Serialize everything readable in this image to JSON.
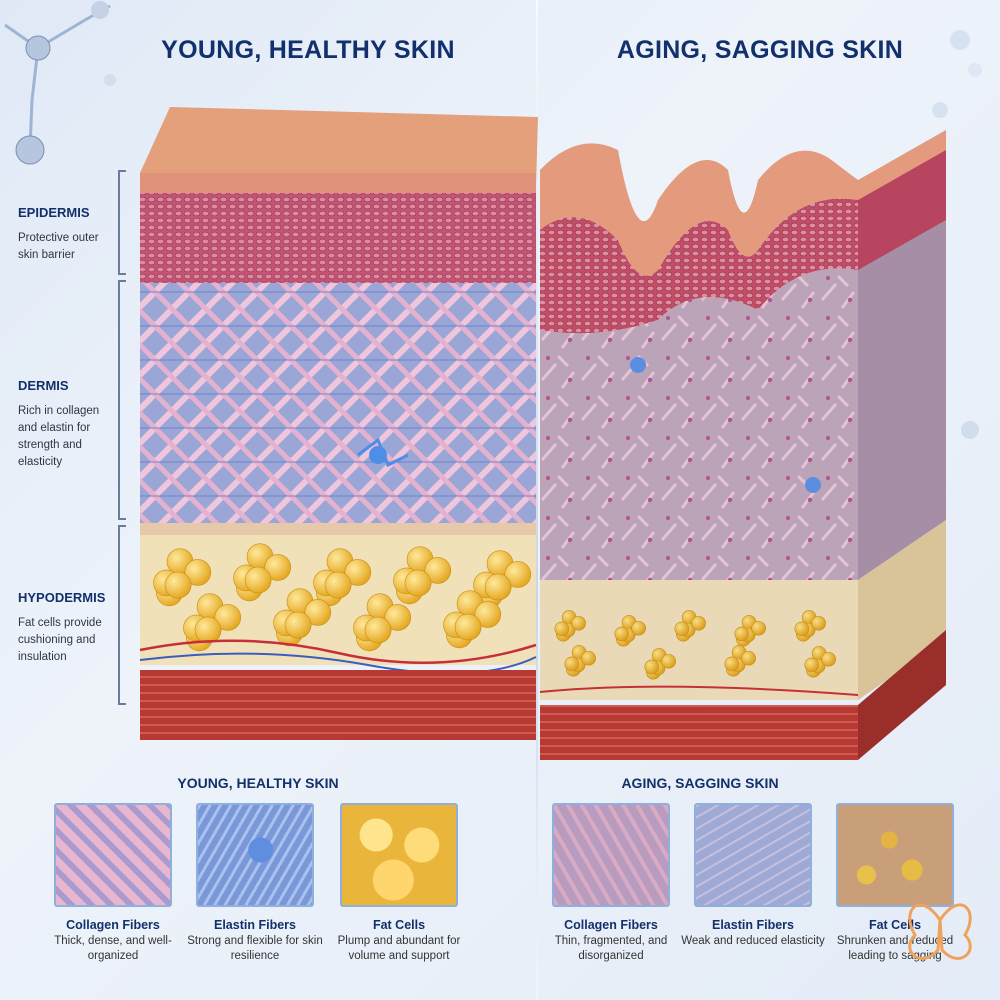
{
  "headers": {
    "left": "YOUNG, HEALTHY SKIN",
    "right": "AGING, SAGGING SKIN"
  },
  "layers": [
    {
      "title": "EPIDERMIS",
      "desc": "Protective outer skin barrier"
    },
    {
      "title": "DERMIS",
      "desc": "Rich in collagen and elastin for strength and elasticity"
    },
    {
      "title": "HYPODERMIS",
      "desc": "Fat cells provide cushioning and insulation"
    }
  ],
  "young": {
    "subtitle": "YOUNG, HEALTHY SKIN",
    "cards": [
      {
        "title": "Collagen Fibers",
        "desc": "Thick, dense, and well-organized"
      },
      {
        "title": "Elastin Fibers",
        "desc": "Strong and flexible for skin resilience"
      },
      {
        "title": "Fat Cells",
        "desc": "Plump and abundant for volume and support"
      }
    ]
  },
  "aging": {
    "subtitle": "AGING, SAGGING SKIN",
    "cards": [
      {
        "title": "Collagen Fibers",
        "desc": "Thin, fragmented, and disorganized"
      },
      {
        "title": "Elastin Fibers",
        "desc": "Weak and reduced elasticity"
      },
      {
        "title": "Fat Cells",
        "desc": "Shrunken and reduced leading to sagging"
      }
    ]
  },
  "colors": {
    "heading": "#12306b",
    "epidermis": "#c9586f",
    "dermis_young": "#b7a6d8",
    "fat": "#f3c43a",
    "muscle": "#b63a33"
  }
}
